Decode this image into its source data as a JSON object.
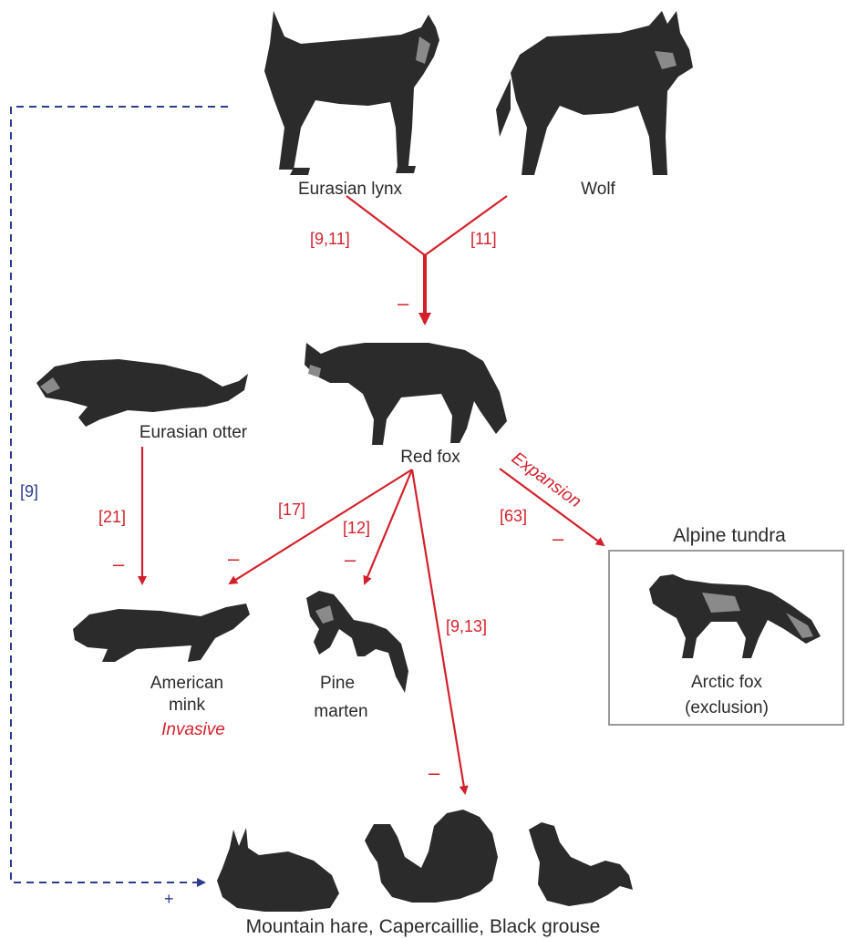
{
  "species": {
    "lynx": "Eurasian lynx",
    "wolf": "Wolf",
    "red_fox": "Red fox",
    "otter": "Eurasian otter",
    "mink_line1": "American",
    "mink_line2": "mink",
    "mink_status": "Invasive",
    "marten_line1": "Pine",
    "marten_line2": "marten",
    "arctic_fox_line1": "Arctic fox",
    "arctic_fox_line2": "(exclusion)",
    "prey": "Mountain hare, Capercaillie, Black grouse"
  },
  "habitat": {
    "alpine_tundra": "Alpine tundra"
  },
  "references": {
    "lynx_to_fox": "[9,11]",
    "wolf_to_fox": "[11]",
    "otter_to_mink": "[21]",
    "fox_to_mink": "[17]",
    "fox_to_marten": "[12]",
    "fox_to_prey": "[9,13]",
    "fox_to_arctic": "[63]",
    "lynx_to_prey": "[9]"
  },
  "interaction_labels": {
    "expansion": "Expansion"
  },
  "effects": {
    "negative": "–",
    "positive": "+"
  },
  "colors": {
    "negative": "#d3212c",
    "positive": "#2e3b8f",
    "box": "#9a9a9a"
  }
}
